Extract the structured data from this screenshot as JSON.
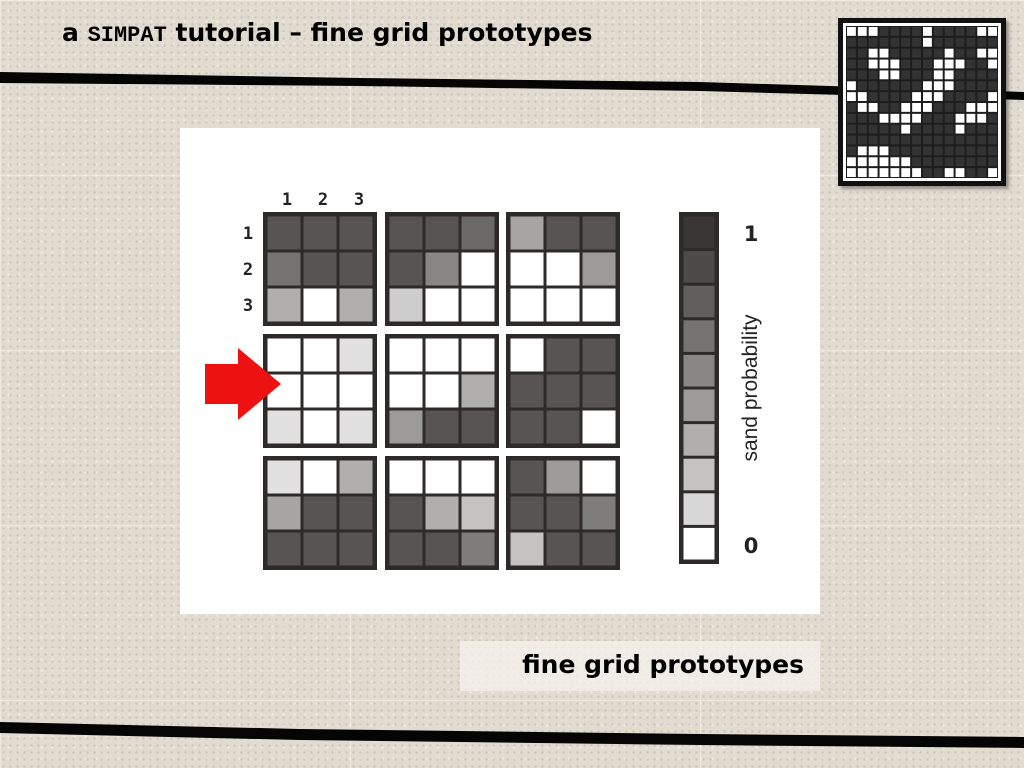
{
  "slide": {
    "title_prefix": "a ",
    "title_software": "SIMPAT",
    "title_suffix": " tutorial – fine grid prototypes",
    "caption": "fine grid prototypes"
  },
  "figure": {
    "column_labels": [
      "1",
      "2",
      "3"
    ],
    "row_labels": [
      "1",
      "2",
      "3"
    ],
    "scale_label": "sand probability",
    "scale_max_label": "1",
    "scale_min_label": "0",
    "scale_levels": [
      1.0,
      0.9,
      0.8,
      0.7,
      0.6,
      0.5,
      0.4,
      0.3,
      0.2,
      0.0
    ],
    "highlighted_prototype": "row 2, column 1",
    "prototypes": [
      [
        [
          [
            0.85,
            0.85,
            0.85
          ],
          [
            0.7,
            0.85,
            0.85
          ],
          [
            0.4,
            0.0,
            0.4
          ]
        ],
        [
          [
            0.85,
            0.85,
            0.75
          ],
          [
            0.85,
            0.6,
            0.0
          ],
          [
            0.25,
            0.0,
            0.0
          ]
        ],
        [
          [
            0.45,
            0.85,
            0.85
          ],
          [
            0.0,
            0.0,
            0.5
          ],
          [
            0.0,
            0.0,
            0.0
          ]
        ]
      ],
      [
        [
          [
            0.0,
            0.0,
            0.15
          ],
          [
            0.0,
            0.0,
            0.0
          ],
          [
            0.15,
            0.0,
            0.15
          ]
        ],
        [
          [
            0.0,
            0.0,
            0.0
          ],
          [
            0.0,
            0.0,
            0.4
          ],
          [
            0.5,
            0.85,
            0.85
          ]
        ],
        [
          [
            0.0,
            0.85,
            0.85
          ],
          [
            0.85,
            0.85,
            0.85
          ],
          [
            0.85,
            0.85,
            0.0
          ]
        ]
      ],
      [
        [
          [
            0.15,
            0.0,
            0.4
          ],
          [
            0.45,
            0.85,
            0.85
          ],
          [
            0.85,
            0.85,
            0.85
          ]
        ],
        [
          [
            0.0,
            0.0,
            0.0
          ],
          [
            0.85,
            0.4,
            0.3
          ],
          [
            0.85,
            0.85,
            0.65
          ]
        ],
        [
          [
            0.85,
            0.5,
            0.0
          ],
          [
            0.85,
            0.85,
            0.65
          ],
          [
            0.3,
            0.85,
            0.85
          ]
        ]
      ]
    ],
    "colors": {
      "dark_cell": "#3a3635",
      "frame": "#2d2a29",
      "light_cell": "#ffffff",
      "arrow": "#ee1111"
    }
  },
  "logo": {
    "pattern": [
      "11100001000011",
      "00000001000000",
      "00110000010011",
      "00111000111001",
      "00011000110000",
      "10000001110000",
      "11000011100001",
      "01100111000111",
      "00011110001110",
      "00000100001000",
      "00000000000000",
      "01110000000000",
      "11111100000000",
      "11111110011001"
    ]
  }
}
